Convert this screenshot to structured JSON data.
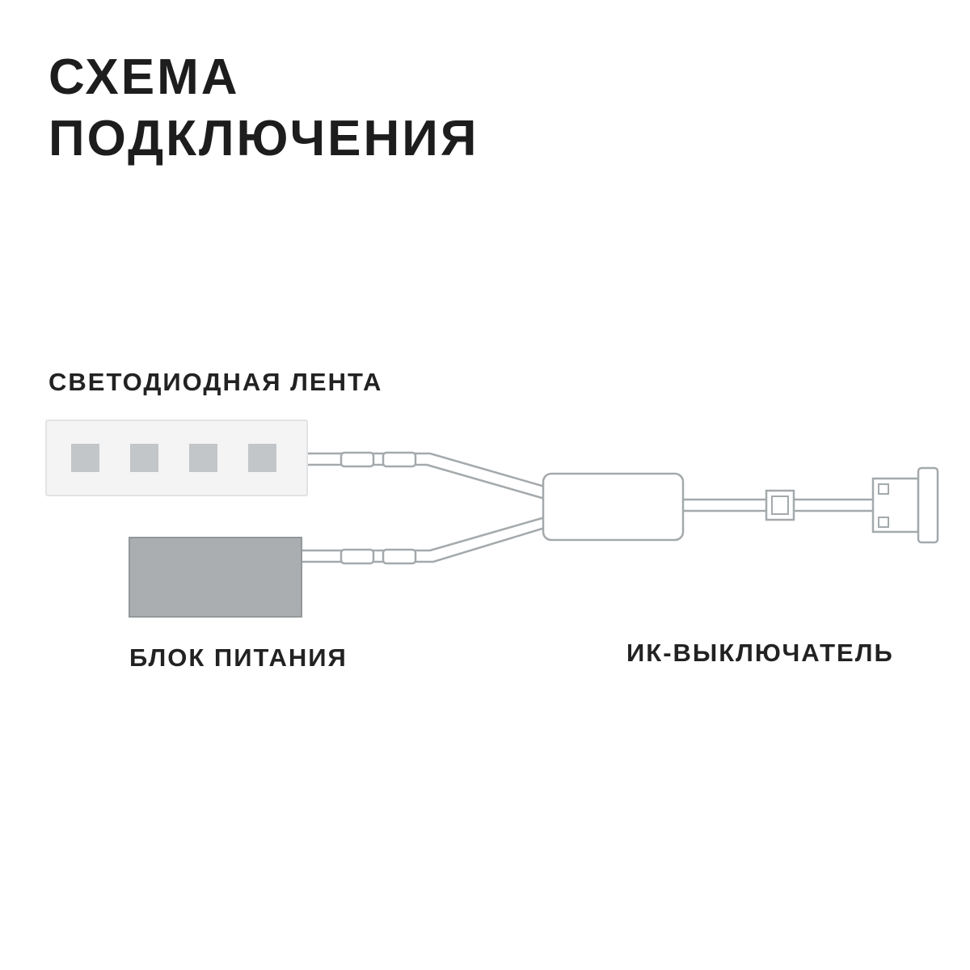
{
  "page": {
    "title_line1": "СХЕМА",
    "title_line2": "ПОДКЛЮЧЕНИЯ"
  },
  "diagram": {
    "led_strip": {
      "label": "СВЕТОДИОДНАЯ ЛЕНТА",
      "led_count": 4
    },
    "power_supply": {
      "label": "БЛОК ПИТАНИЯ"
    },
    "ir_switch": {
      "label": "ИК-ВЫКЛЮЧАТЕЛЬ"
    }
  },
  "colors": {
    "text": "#1d1d1d",
    "wire_outline": "#a4a9ac",
    "strip_fill": "#f4f4f5",
    "strip_border": "#e2e3e4",
    "led_chip_fill": "#c3c6c8",
    "power_supply_fill": "#aaaeb1",
    "power_supply_border": "#93979a",
    "component_fill": "#ffffff"
  }
}
